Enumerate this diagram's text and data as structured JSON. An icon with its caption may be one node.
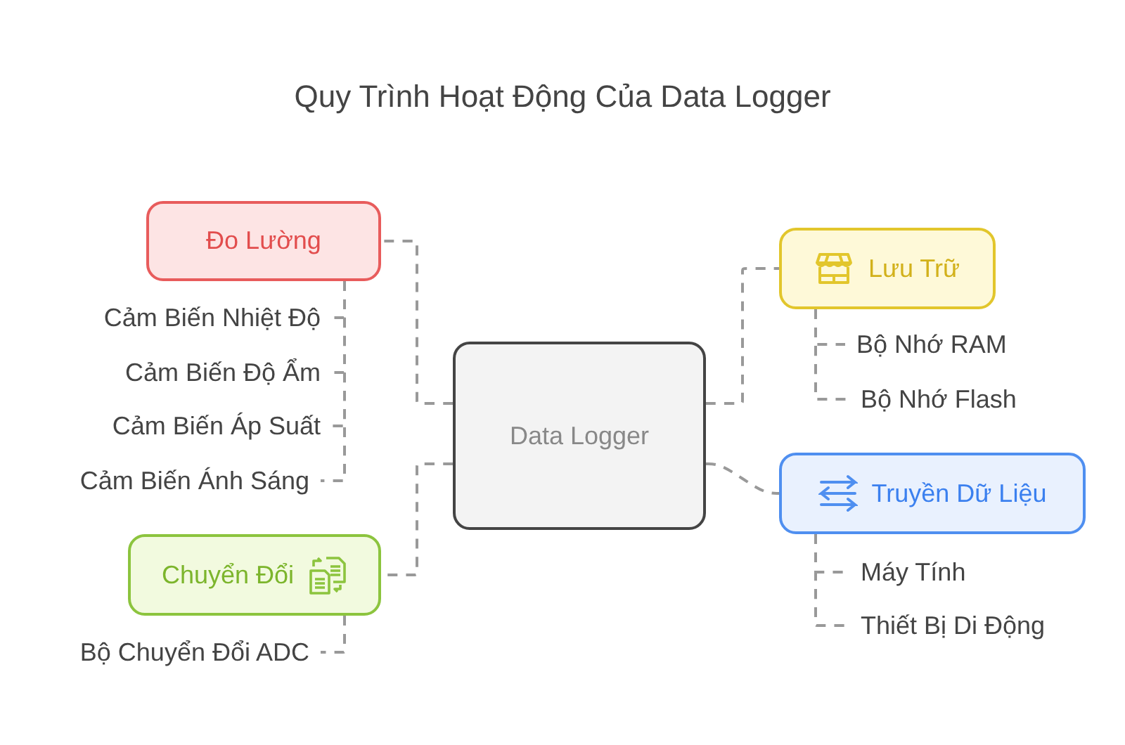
{
  "diagram": {
    "title": "Quy Trình Hoạt Động Của Data Logger",
    "nodes": [
      {
        "text": [
          "Data Logger"
        ]
      },
      {
        "text": [
          "Đo Lường"
        ]
      },
      {
        "text": [
          "Cảm Biến Nhiệt Độ"
        ]
      },
      {
        "text": [
          "Cảm Biến Độ Ẩm"
        ]
      },
      {
        "text": [
          "Cảm Biến Áp Suất"
        ]
      },
      {
        "text": [
          "Cảm Biến Ánh Sáng"
        ]
      },
      {
        "text": [
          "Lưu Trữ"
        ]
      },
      {
        "text": [
          "Bộ Nhớ RAM"
        ]
      },
      {
        "text": [
          "Bộ Nhớ Flash"
        ]
      },
      {
        "text": [
          "Truyền Dữ Liệu"
        ]
      },
      {
        "text": [
          "Máy Tính"
        ]
      },
      {
        "text": [
          "Thiết Bị Di Động"
        ]
      },
      {
        "text": [
          "Chuyển Đổi"
        ]
      },
      {
        "text": [
          "Bộ Chuyển Đổi ADC"
        ]
      }
    ],
    "edges": [
      {
        "from": 0,
        "to": 1,
        "arrow": "none"
      },
      {
        "from": 1,
        "to": 2,
        "arrow": "none"
      },
      {
        "from": 1,
        "to": 3,
        "arrow": "none"
      },
      {
        "from": 1,
        "to": 4,
        "arrow": "none"
      },
      {
        "from": 1,
        "to": 5,
        "arrow": "none"
      },
      {
        "from": 0,
        "to": 6,
        "arrow": "none"
      },
      {
        "from": 6,
        "to": 7,
        "arrow": "none"
      },
      {
        "from": 6,
        "to": 8,
        "arrow": "none"
      },
      {
        "from": 0,
        "to": 9,
        "arrow": "none"
      },
      {
        "from": 9,
        "to": 10,
        "arrow": "none"
      },
      {
        "from": 9,
        "to": 11,
        "arrow": "none"
      },
      {
        "from": 0,
        "to": 12,
        "arrow": "none"
      },
      {
        "from": 12,
        "to": 13,
        "arrow": "none"
      }
    ]
  }
}
